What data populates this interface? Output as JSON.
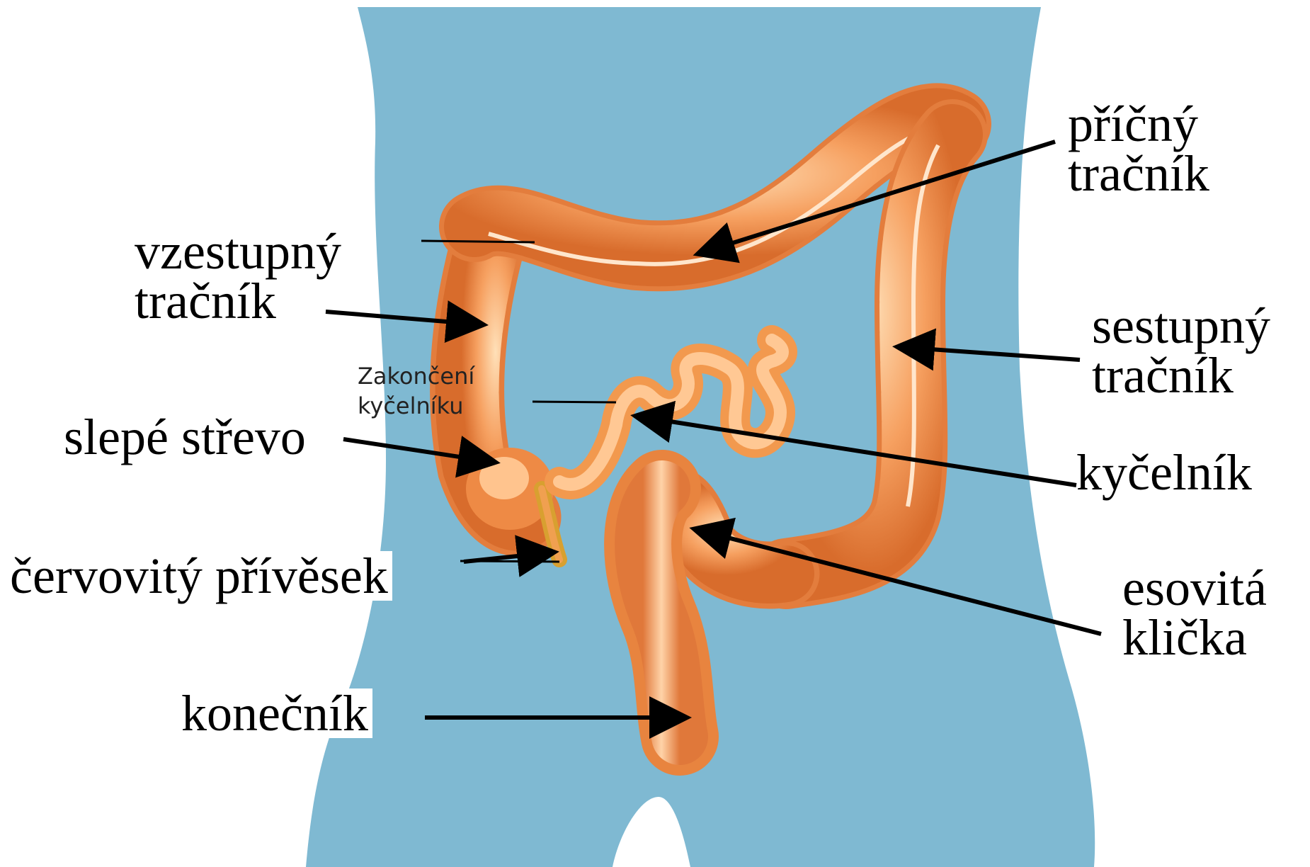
{
  "colors": {
    "body_blue": "#7fb9d2",
    "intestine_orange": "#f08a45",
    "intestine_light": "#ffd0a0",
    "arrow": "#000000",
    "label_bg": "#ffffff"
  },
  "labels": {
    "pricny_1": "příčný",
    "pricny_2": "tračník",
    "vzestupny_1": "vzestupný",
    "vzestupny_2": "tračník",
    "sestupny_1": "sestupný",
    "sestupny_2": "tračník",
    "slepe": "slepé střevo",
    "kycelnik": "kyčelník",
    "cervovity": "červovitý přívěsek",
    "esovita_1": "esovitá",
    "esovita_2": "klička",
    "konecnik": "konečník"
  },
  "small_labels": {
    "zakonceni_1": "Zakončení",
    "zakonceni_2": "kyčelníku"
  }
}
